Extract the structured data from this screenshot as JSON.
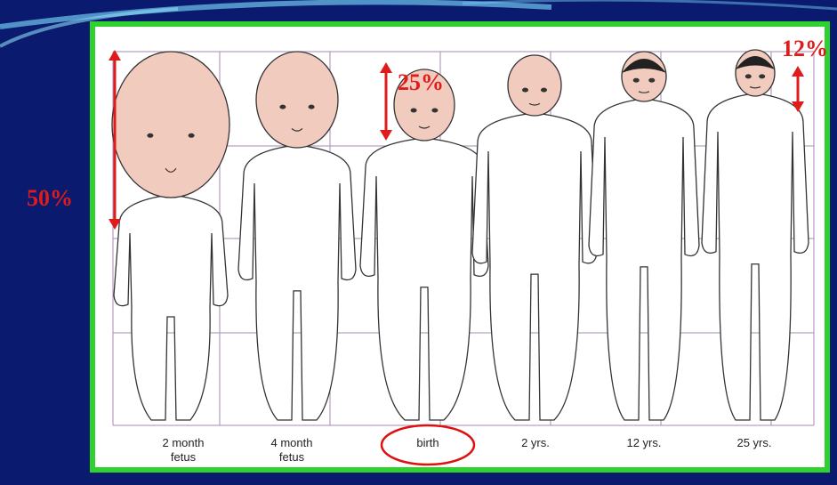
{
  "annotations": {
    "head_fetus": "50%",
    "head_birth": "25%",
    "head_adult": "12%"
  },
  "stages": [
    {
      "line1": "2 month",
      "line2": "fetus"
    },
    {
      "line1": "4 month",
      "line2": "fetus"
    },
    {
      "line1": "birth",
      "line2": ""
    },
    {
      "line1": "2 yrs.",
      "line2": ""
    },
    {
      "line1": "12 yrs.",
      "line2": ""
    },
    {
      "line1": "25 yrs.",
      "line2": ""
    }
  ],
  "colors": {
    "background": "#0a1a6e",
    "frame": "#2fd12f",
    "annotation": "#e01b1b",
    "grid": "#a58bb5",
    "head_fill": "#f2cbbf"
  }
}
